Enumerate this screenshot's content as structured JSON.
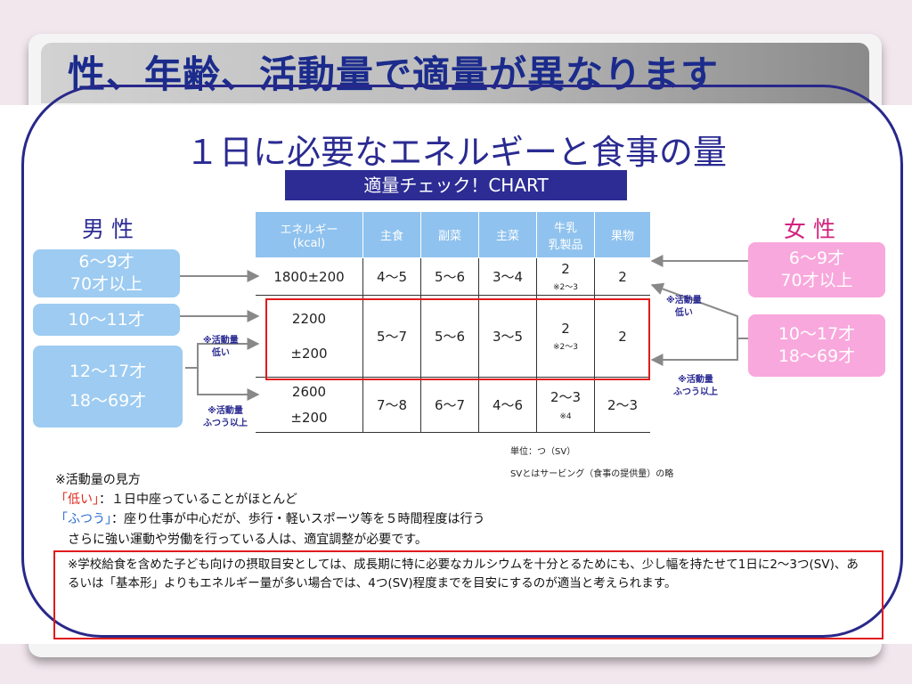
{
  "slide_title": "性、年齢、活動量で適量が異なります",
  "main_title": "１日に必要なエネルギーと食事の量",
  "chart_label": "適量チェック！CHART",
  "male": {
    "header": "男 性",
    "groups": [
      [
        "6～9才",
        "70才以上"
      ],
      [
        "10～11才"
      ],
      [
        "12～17才",
        "18～69才"
      ]
    ],
    "labels": {
      "low": [
        "※活動量",
        "低い"
      ],
      "normal": [
        "※活動量",
        "ふつう以上"
      ]
    }
  },
  "female": {
    "header": "女 性",
    "groups": [
      [
        "6～9才",
        "70才以上"
      ],
      [
        "10～17才",
        "18～69才"
      ]
    ],
    "labels": {
      "low": [
        "※活動量",
        "低い"
      ],
      "normal": [
        "※活動量",
        "ふつう以上"
      ]
    }
  },
  "table": {
    "headers": {
      "energy": [
        "エネルギー",
        "(kcal)"
      ],
      "staple": "主食",
      "side": "副菜",
      "main": "主菜",
      "milk": [
        "牛乳",
        "乳製品"
      ],
      "fruit": "果物"
    },
    "rows": [
      {
        "energy": "1800±200",
        "staple": "4～5",
        "side": "5～6",
        "main": "3～4",
        "milk": "2",
        "milk_note": "※2～3",
        "fruit": "2"
      },
      {
        "energy_a": "2200",
        "energy_b": "±200",
        "staple": "5～7",
        "side": "5～6",
        "main": "3～5",
        "milk": "2",
        "milk_note": "※2～3",
        "fruit": "2"
      },
      {
        "energy_a": "2600",
        "energy_b": "±200",
        "staple": "7～8",
        "side": "6～7",
        "main": "4～6",
        "milk": "2～3",
        "milk_note": "※4",
        "fruit": "2～3"
      }
    ]
  },
  "unit_line": "単位：つ（SV）",
  "sv_note": "SVとはサービング（食事の提供量）の略",
  "activity": {
    "heading": "※活動量の見方",
    "low_key": "「低い」",
    "low_text": "：１日中座っていることがほとんど",
    "normal_key": "「ふつう」",
    "normal_text": "：座り仕事が中心だが、歩行・軽いスポーツ等を５時間程度は行う",
    "extra": "さらに強い運動や労働を行っている人は、適宜調整が必要です。"
  },
  "footnote": "※学校給食を含めた子ども向けの摂取目安としては、成長期に特に必要なカルシウムを十分とるためにも、少し幅を持たせて1日に2～3つ(SV)、あるいは「基本形」よりもエネルギー量が多い場合では、4つ(SV)程度までを目安にするのが適当と考えられます。",
  "colors": {
    "title_blue": "#1b2b8c",
    "navy": "#2c2c94",
    "male_box": "#9dcbf1",
    "female_box": "#f8a8dc",
    "header_cell": "#8fc2ee",
    "highlight_red": "#e01b1b"
  }
}
